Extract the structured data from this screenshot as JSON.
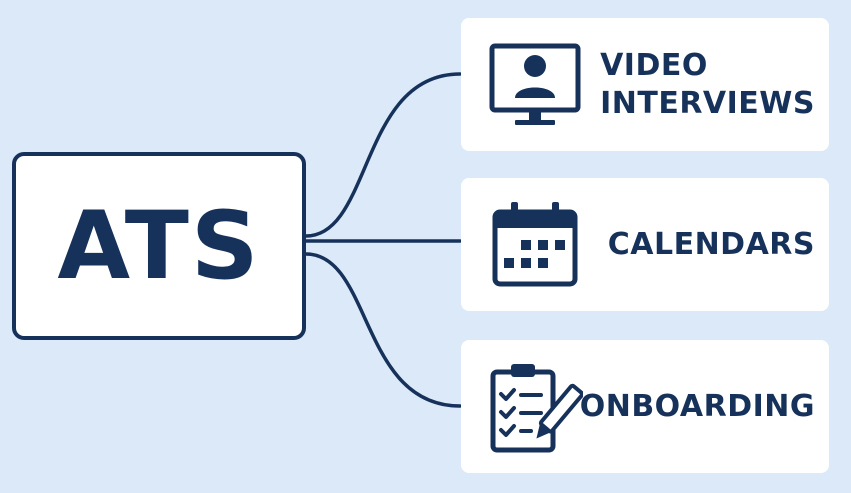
{
  "hub": {
    "label": "ATS"
  },
  "branches": [
    {
      "lines": [
        "VIDEO",
        "INTERVIEWS"
      ],
      "icon": "video-interview-icon"
    },
    {
      "lines": [
        "CALENDARS"
      ],
      "icon": "calendar-icon"
    },
    {
      "lines": [
        "ONBOARDING"
      ],
      "icon": "clipboard-checklist-icon"
    }
  ],
  "colors": {
    "background": "#dbe9f8",
    "ink": "#17325a",
    "card": "#ffffff"
  }
}
